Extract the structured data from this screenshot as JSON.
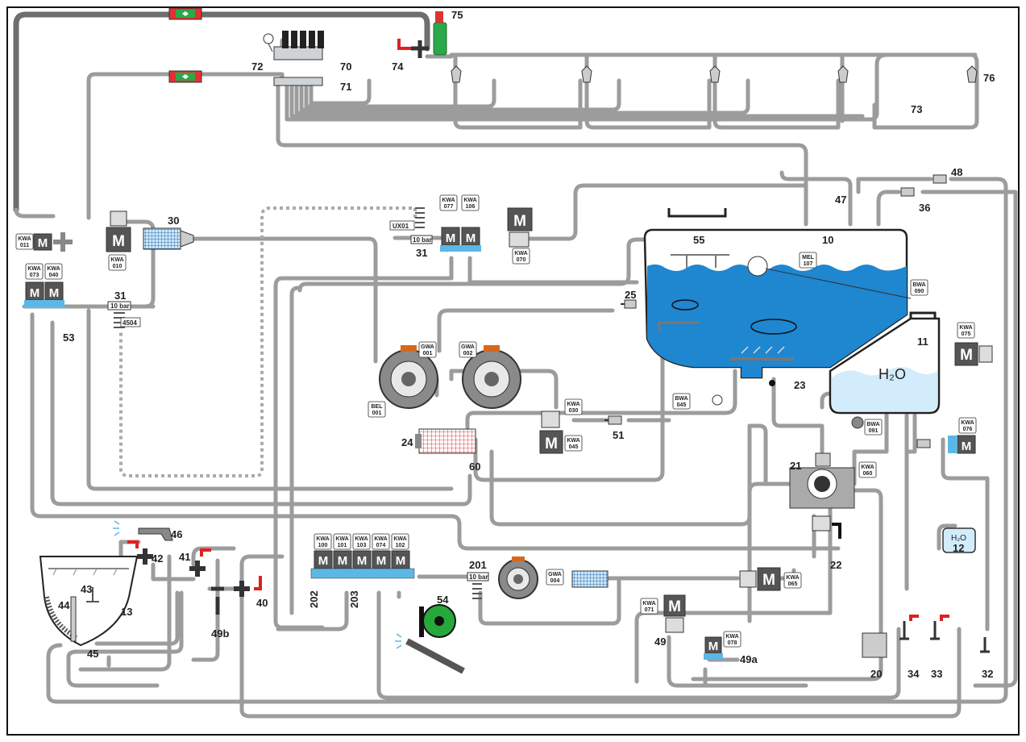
{
  "labels": {
    "l10": "10",
    "l11": "11",
    "l12": "12",
    "l13": "13",
    "l20": "20",
    "l21": "21",
    "l22": "22",
    "l23": "23",
    "l24": "24",
    "l25": "25",
    "l30": "30",
    "l31a": "31",
    "l31b": "31",
    "l32": "32",
    "l33": "33",
    "l34": "34",
    "l36": "36",
    "l40": "40",
    "l41": "41",
    "l42": "42",
    "l43": "43",
    "l44": "44",
    "l45": "45",
    "l46": "46",
    "l47": "47",
    "l48": "48",
    "l49": "49",
    "l49a": "49a",
    "l49b": "49b",
    "l51": "51",
    "l53": "53",
    "l54": "54",
    "l55": "55",
    "l60": "60",
    "l70": "70",
    "l71": "71",
    "l72": "72",
    "l73": "73",
    "l74": "74",
    "l75": "75",
    "l76": "76",
    "l201": "201",
    "l202": "202",
    "l203": "203"
  },
  "tags": {
    "kwa011": [
      "KWA",
      "011"
    ],
    "kwa010": [
      "KWA",
      "010"
    ],
    "kwa073": [
      "KWA",
      "073"
    ],
    "kwa040": [
      "KWA",
      "040"
    ],
    "kwa077": [
      "KWA",
      "077"
    ],
    "kwa106": [
      "KWA",
      "106"
    ],
    "kwa070": [
      "KWA",
      "070"
    ],
    "gwa001": [
      "GWA",
      "001"
    ],
    "gwa002": [
      "GWA",
      "002"
    ],
    "gwa004": [
      "GWA",
      "004"
    ],
    "kwa030": [
      "KWA",
      "030"
    ],
    "kwa045": [
      "KWA",
      "045"
    ],
    "bwa045": [
      "BWA",
      "045"
    ],
    "bel001": [
      "BEL",
      "001"
    ],
    "mel107": [
      "MEL",
      "107"
    ],
    "bwa090": [
      "BWA",
      "090"
    ],
    "bwa091": [
      "BWA",
      "091"
    ],
    "kwa075": [
      "KWA",
      "075"
    ],
    "kwa076": [
      "KWA",
      "076"
    ],
    "kwa060": [
      "KWA",
      "060"
    ],
    "kwa065": [
      "KWA",
      "065"
    ],
    "kwa071": [
      "KWA",
      "071"
    ],
    "kwa078": [
      "KWA",
      "078"
    ],
    "kwa100": [
      "KWA",
      "100"
    ],
    "kwa101": [
      "KWA",
      "101"
    ],
    "kwa103": [
      "KWA",
      "103"
    ],
    "kwa074": [
      "KWA",
      "074"
    ],
    "kwa102": [
      "KWA",
      "102"
    ]
  },
  "small": {
    "ux01": "UX01",
    "bar31a": "10 bar",
    "bar31b": "10 bar",
    "bar201": "10 bar",
    "code4504": "4504",
    "h2o_tank": "H₂O",
    "h2o_12": "H₂O"
  },
  "motor": "M",
  "colors": {
    "water": "#1f86d0",
    "water_light": "#d2ecfb",
    "pipe": "#9c9c9c",
    "motor": "#555555",
    "valve_blue": "#5bb7e6",
    "handle_red": "#e02020",
    "filter_green": "#2aa84a",
    "reel_green": "#27a83a",
    "heater_red": "#e04040"
  }
}
